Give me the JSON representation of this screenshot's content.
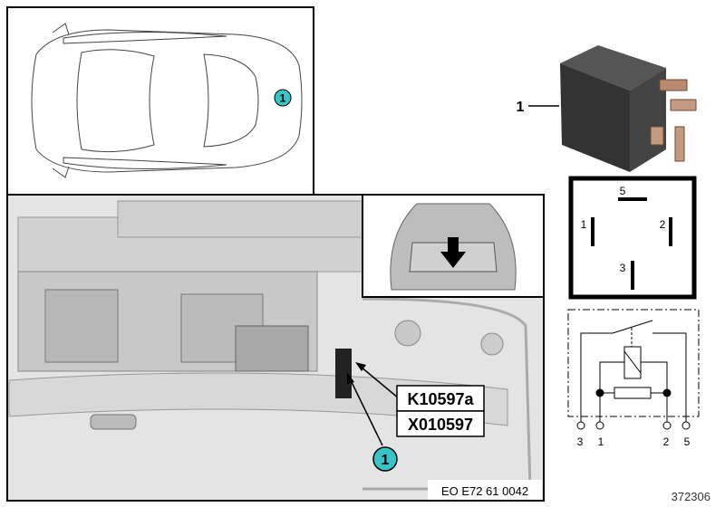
{
  "callout": {
    "number": "1",
    "color": "#36c6c8"
  },
  "part_label": "1",
  "connector_labels": {
    "relay": "K10597a",
    "connector": "X010597"
  },
  "drawing_code": "EO E72 61 0042",
  "image_number": "372306",
  "pin_layout": {
    "pins": [
      "5",
      "1",
      "2",
      "3"
    ]
  },
  "circuit": {
    "terminals": [
      "3",
      "1",
      "2",
      "5"
    ]
  },
  "icons": [
    "car-top-view",
    "relay-photo",
    "trunk-photo",
    "down-arrow"
  ]
}
